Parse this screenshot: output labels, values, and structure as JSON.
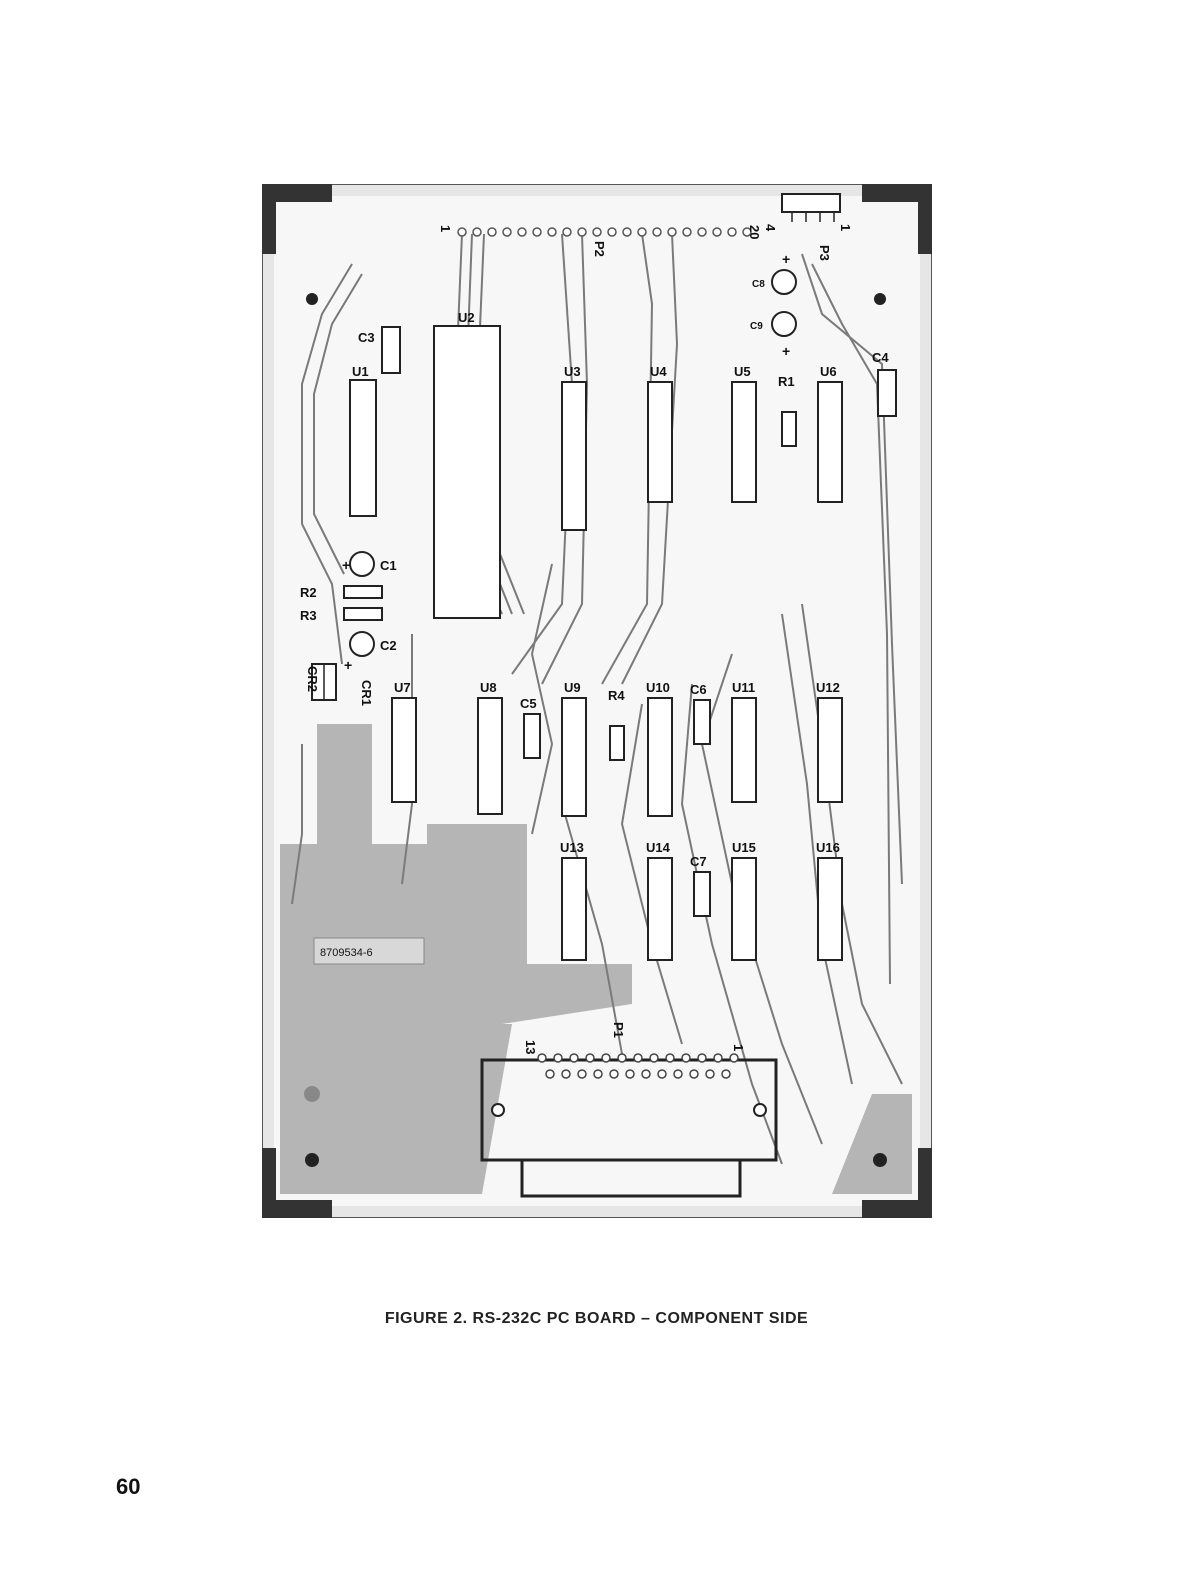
{
  "figure": {
    "caption": "FIGURE 2.  RS-232C PC BOARD – COMPONENT SIDE",
    "board_id": "8709534-6",
    "labels": {
      "u1": "U1",
      "u2": "U2",
      "u3": "U3",
      "u4": "U4",
      "u5": "U5",
      "u6": "U6",
      "u7": "U7",
      "u8": "U8",
      "u9": "U9",
      "u10": "U10",
      "u11": "U11",
      "u12": "U12",
      "u13": "U13",
      "u14": "U14",
      "u15": "U15",
      "u16": "U16",
      "c1": "C1",
      "c2": "C2",
      "c3": "C3",
      "c4": "C4",
      "c5": "C5",
      "c6": "C6",
      "c7": "C7",
      "c8": "C8",
      "c9": "C9",
      "r1": "R1",
      "r2": "R2",
      "r3": "R3",
      "r4": "R4",
      "cr1": "CR1",
      "cr2": "CR2",
      "p1": "P1",
      "p2": "P2",
      "p3": "P3",
      "p2_pin_first": "1",
      "p2_pin_last": "20",
      "p3_pin_first": "1",
      "p3_pin_last": "4",
      "p1_pin_first": "13",
      "p1_pin_last": "1",
      "plus": "+"
    }
  },
  "page_number": "60"
}
